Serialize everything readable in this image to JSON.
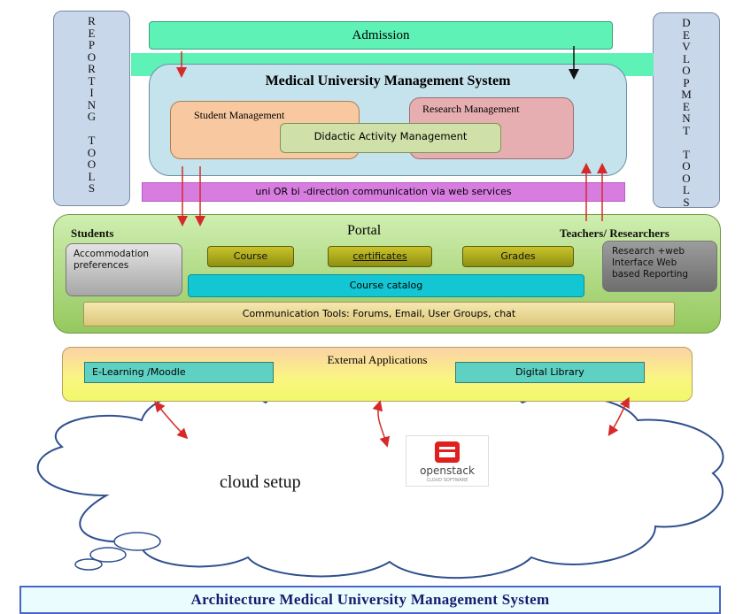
{
  "side_panels": {
    "left": "R\nE\nP\nO\nR\nT\nI\nN\nG\n\nT\nO\nO\nL\nS",
    "right": "D\nE\nV\nL\nO\nP\nM\nE\nN\nT\n\nT\nO\nO\nL\nS"
  },
  "admission": "Admission",
  "mums": {
    "title": "Medical University Management System",
    "student": "Student Management",
    "research": "Research Management",
    "didactic": "Didactic Activity Management"
  },
  "comm_band": "uni OR bi -direction communication  via web services",
  "portal": {
    "title": "Portal",
    "students_label": "Students",
    "teachers_label": "Teachers/ Researchers",
    "accommodation": "Accommodation preferences",
    "course": "Course",
    "certificates": "certificates",
    "grades": "Grades",
    "research_web": "Research +web Interface Web based Reporting",
    "catalog": "Course catalog",
    "comm_tools": "Communication Tools: Forums, Email, User Groups, chat"
  },
  "external": {
    "title": "External Applications",
    "elearning": "E-Learning /Moodle",
    "library": "Digital Library"
  },
  "cloud": {
    "label": "cloud setup",
    "logo_text": "openstack",
    "logo_sub": "CLOUD SOFTWARE"
  },
  "caption": "Architecture Medical University Management System",
  "colors": {
    "admission": "#5ef2b7",
    "mums": "#c5e3ec",
    "comm_band": "#d77de0",
    "portal": "#95c85e",
    "external": "#f9f680",
    "arrow": "#d62a2a",
    "openstack": "#e01f1f"
  }
}
